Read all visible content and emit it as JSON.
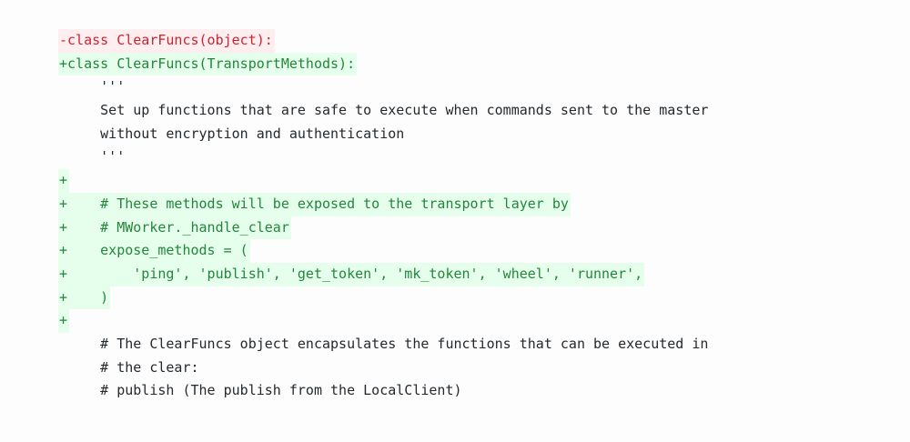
{
  "diff": {
    "lines": [
      {
        "type": "removed",
        "text": "-class ClearFuncs(object):"
      },
      {
        "type": "added",
        "text": "+class ClearFuncs(TransportMethods):"
      },
      {
        "type": "context",
        "text": "     '''"
      },
      {
        "type": "context",
        "text": "     Set up functions that are safe to execute when commands sent to the master"
      },
      {
        "type": "context",
        "text": "     without encryption and authentication"
      },
      {
        "type": "context",
        "text": "     '''"
      },
      {
        "type": "added",
        "text": "+"
      },
      {
        "type": "added",
        "text": "+    # These methods will be exposed to the transport layer by"
      },
      {
        "type": "added",
        "text": "+    # MWorker._handle_clear"
      },
      {
        "type": "added",
        "text": "+    expose_methods = ("
      },
      {
        "type": "added",
        "text": "+        'ping', 'publish', 'get_token', 'mk_token', 'wheel', 'runner',"
      },
      {
        "type": "added",
        "text": "+    )"
      },
      {
        "type": "added",
        "text": "+"
      },
      {
        "type": "context",
        "text": "     # The ClearFuncs object encapsulates the functions that can be executed in"
      },
      {
        "type": "context",
        "text": "     # the clear:"
      },
      {
        "type": "context",
        "text": "     # publish (The publish from the LocalClient)"
      }
    ]
  }
}
